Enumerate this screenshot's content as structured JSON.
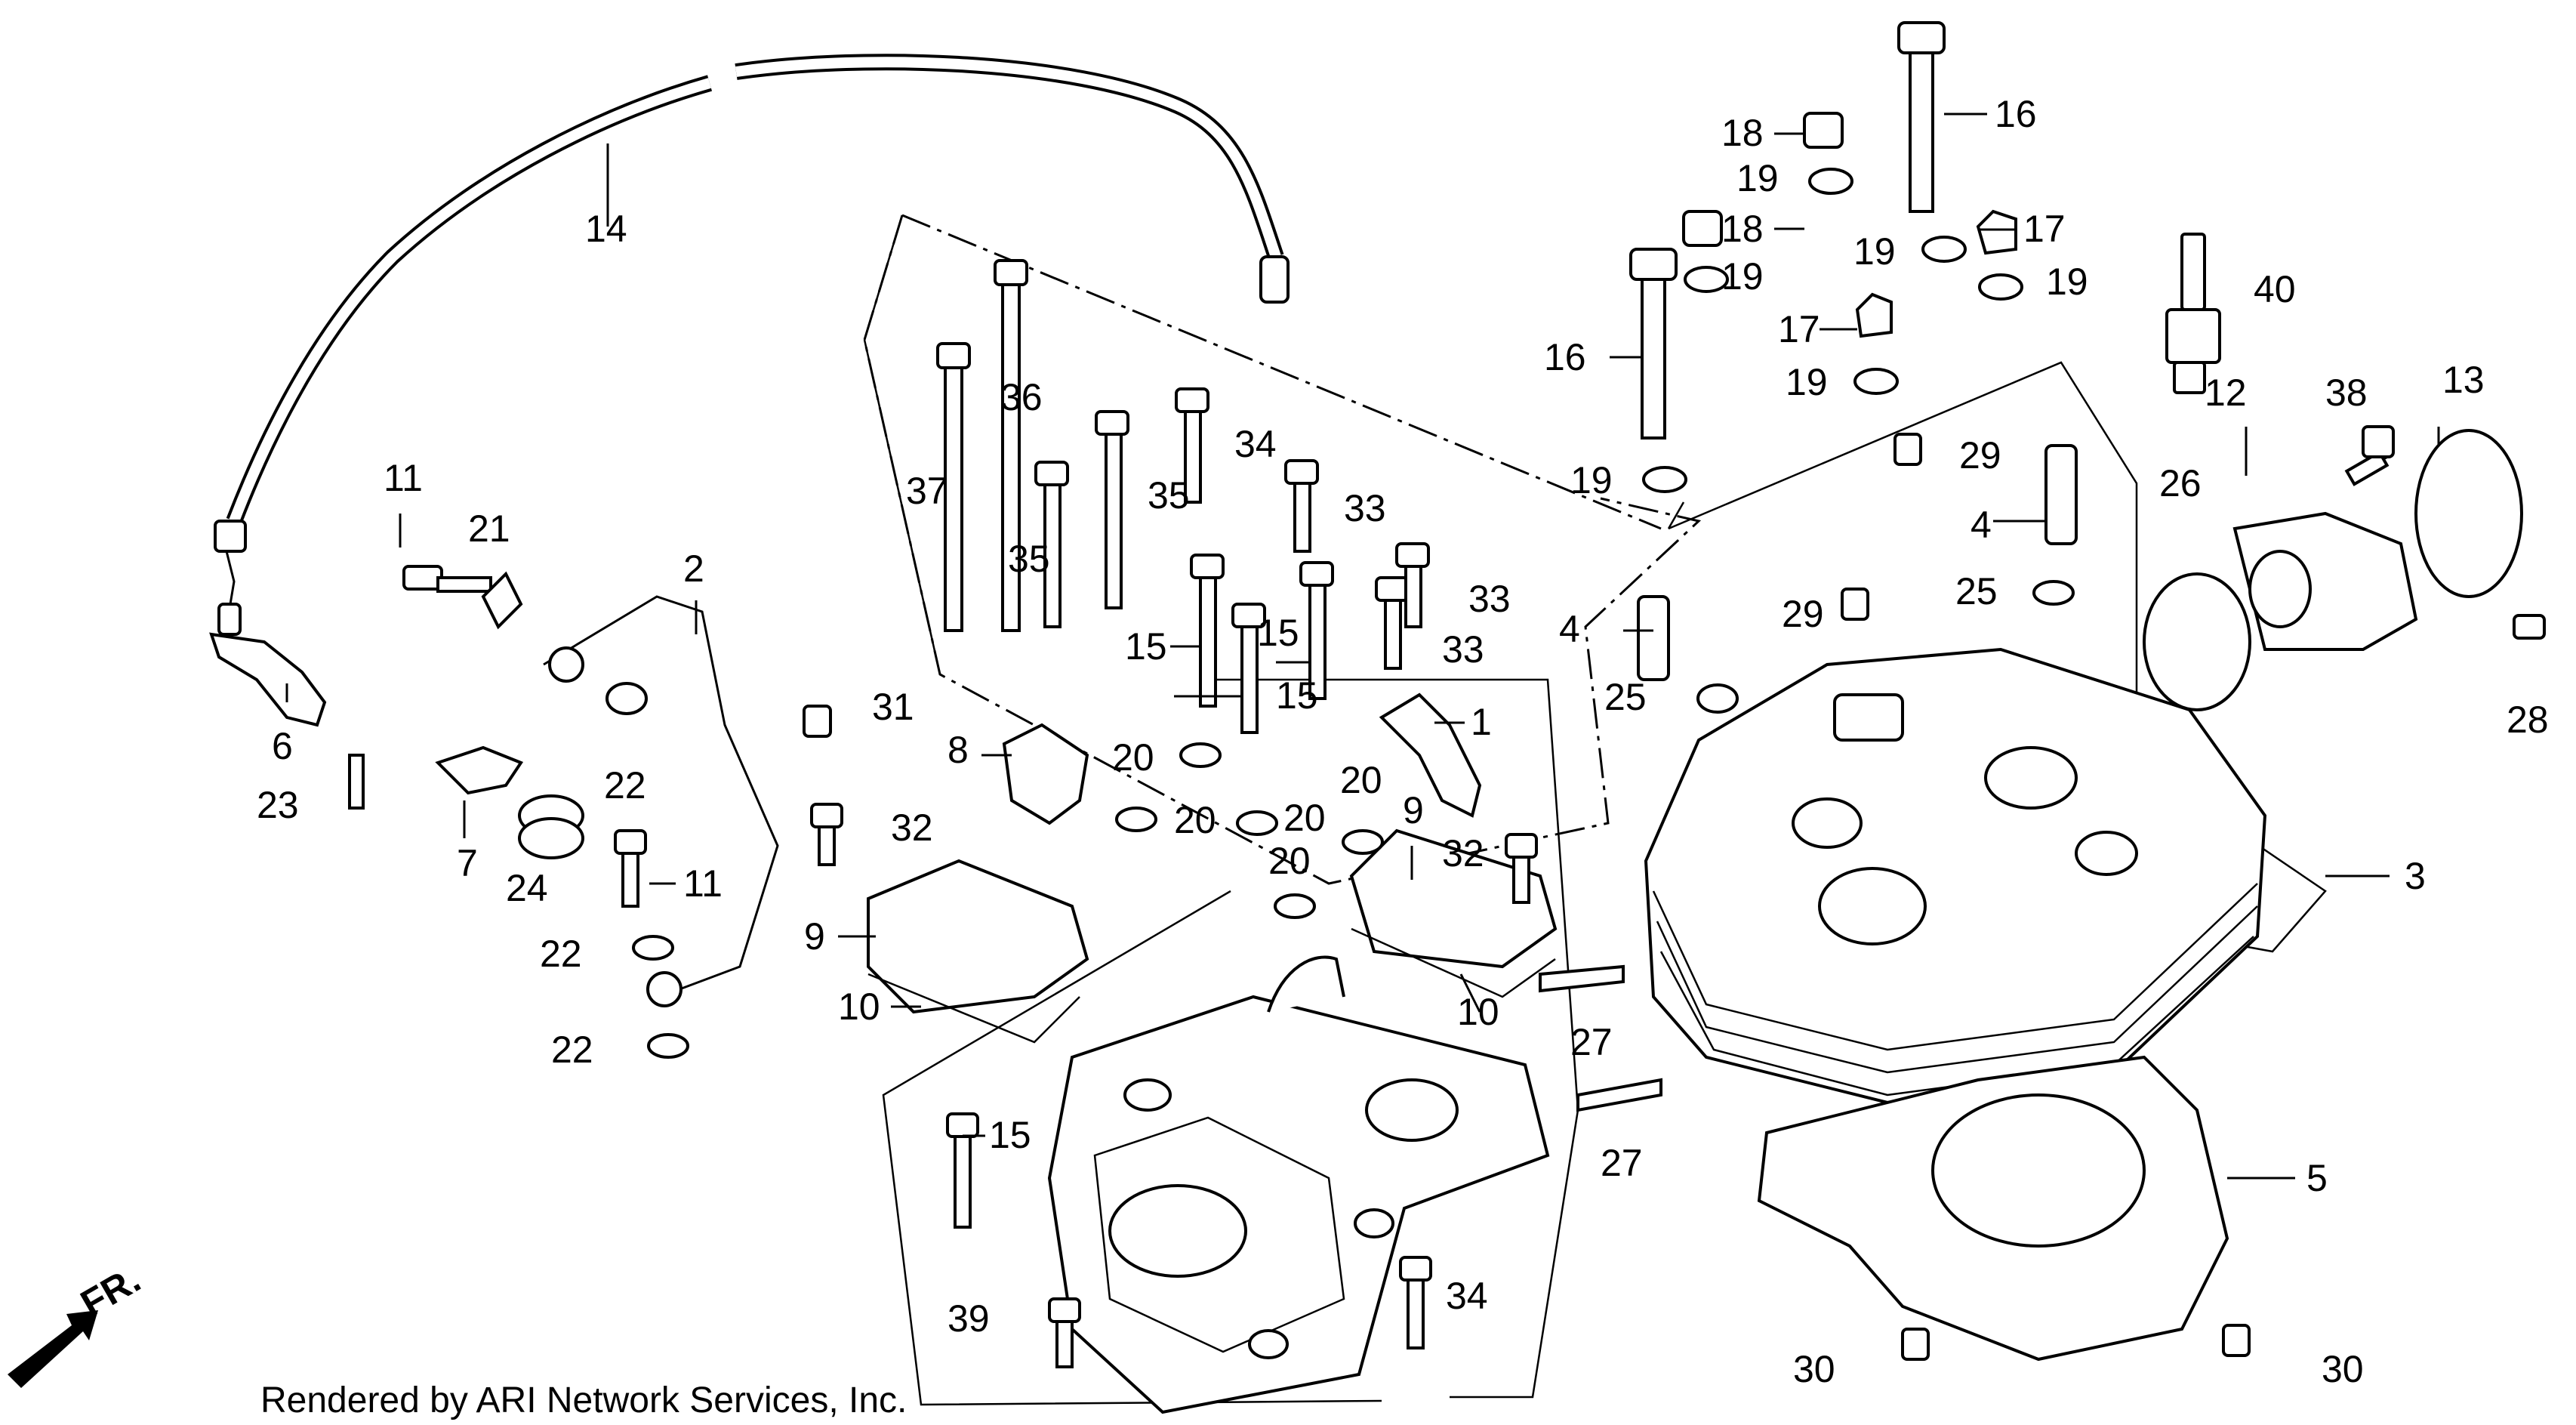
{
  "callouts": {
    "c1": "1",
    "c2": "2",
    "c3": "3",
    "c4a": "4",
    "c4b": "4",
    "c5": "5",
    "c6": "6",
    "c7": "7",
    "c8": "8",
    "c9a": "9",
    "c9b": "9",
    "c10a": "10",
    "c10b": "10",
    "c11a": "11",
    "c11b": "11",
    "c12": "12",
    "c13": "13",
    "c14": "14",
    "c15a": "15",
    "c15b": "15",
    "c15c": "15",
    "c15d": "15",
    "c16a": "16",
    "c16b": "16",
    "c17a": "17",
    "c17b": "17",
    "c18a": "18",
    "c18b": "18",
    "c19a": "19",
    "c19b": "19",
    "c19c": "19",
    "c19d": "19",
    "c19e": "19",
    "c19f": "19",
    "c20a": "20",
    "c20b": "20",
    "c20c": "20",
    "c20d": "20",
    "c20e": "20",
    "c21": "21",
    "c22a": "22",
    "c22b": "22",
    "c22c": "22",
    "c23": "23",
    "c24": "24",
    "c25a": "25",
    "c25b": "25",
    "c26": "26",
    "c27a": "27",
    "c27b": "27",
    "c28": "28",
    "c29a": "29",
    "c29b": "29",
    "c30a": "30",
    "c30b": "30",
    "c31": "31",
    "c32a": "32",
    "c32b": "32",
    "c33a": "33",
    "c33b": "33",
    "c33c": "33",
    "c34a": "34",
    "c34b": "34",
    "c35a": "35",
    "c35b": "35",
    "c36": "36",
    "c37": "37",
    "c38": "38",
    "c39": "39",
    "c40": "40"
  },
  "direction_label": "FR.",
  "credit": "Rendered by ARI Network Services, Inc."
}
